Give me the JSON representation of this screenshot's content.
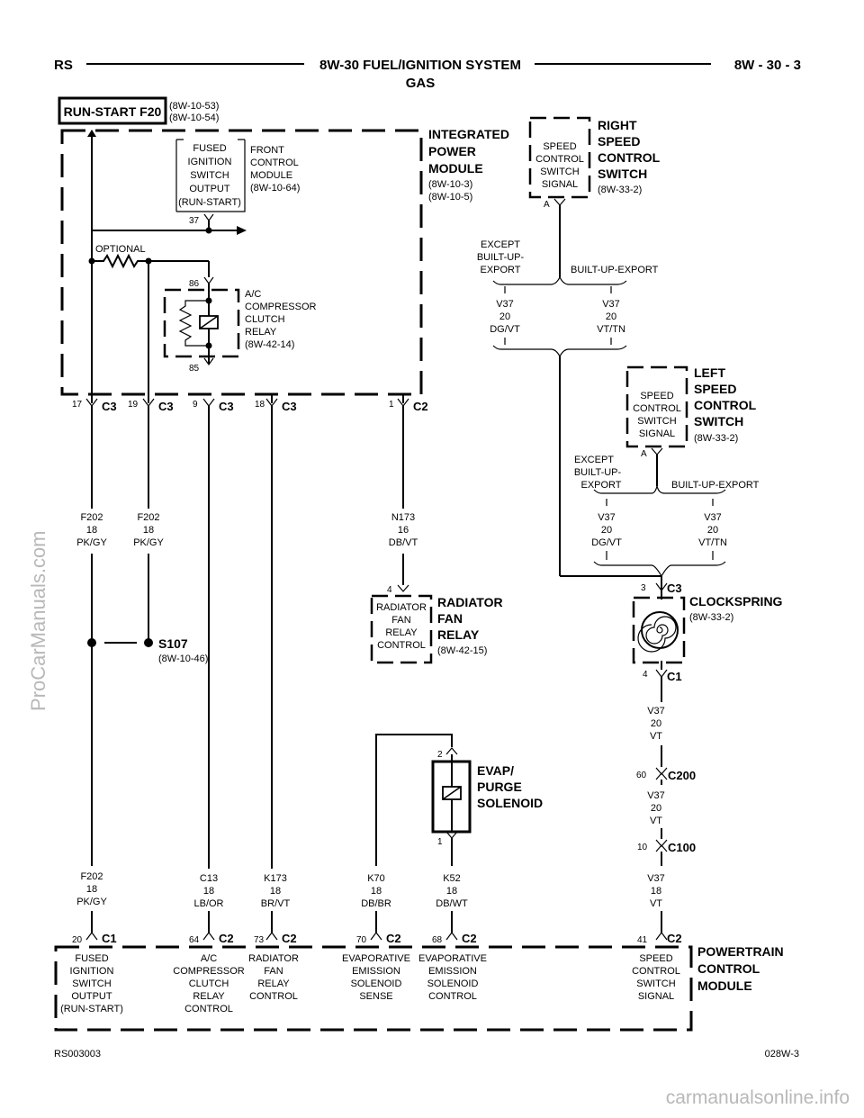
{
  "header": {
    "left": "RS",
    "title_line1": "8W-30 FUEL/IGNITION SYSTEM",
    "title_line2": "GAS",
    "right": "8W - 30 - 3"
  },
  "run_start": {
    "label": "RUN-START F20",
    "ref1": "(8W-10-53)",
    "ref2": "(8W-10-54)"
  },
  "ipm": {
    "title": [
      "INTEGRATED",
      "POWER",
      "MODULE"
    ],
    "refs": [
      "(8W-10-3)",
      "(8W-10-5)"
    ],
    "fused_output": [
      "FUSED",
      "IGNITION",
      "SWITCH",
      "OUTPUT",
      "(RUN-START)"
    ],
    "front_control": [
      "FRONT",
      "CONTROL",
      "MODULE",
      "(8W-10-64)"
    ],
    "pin_37": "37",
    "optional": "OPTIONAL",
    "relay_label": [
      "A/C",
      "COMPRESSOR",
      "CLUTCH",
      "RELAY",
      "(8W-42-14)"
    ],
    "pin_86": "86",
    "pin_85": "85"
  },
  "ipm_connectors": [
    {
      "pin": "17",
      "name": "C3"
    },
    {
      "pin": "19",
      "name": "C3"
    },
    {
      "pin": "9",
      "name": "C3"
    },
    {
      "pin": "18",
      "name": "C3"
    },
    {
      "pin": "1",
      "name": "C2"
    }
  ],
  "wires_top": [
    [
      "F202",
      "18",
      "PK/GY"
    ],
    [
      "F202",
      "18",
      "PK/GY"
    ],
    [
      "N173",
      "16",
      "DB/VT"
    ]
  ],
  "splice": {
    "name": "S107",
    "ref": "(8W-10-46)"
  },
  "radiator_relay": {
    "pin": "4",
    "box": [
      "RADIATOR",
      "FAN",
      "RELAY",
      "CONTROL"
    ],
    "title": [
      "RADIATOR",
      "FAN",
      "RELAY"
    ],
    "ref": "(8W-42-15)"
  },
  "right_switch": {
    "box": [
      "SPEED",
      "CONTROL",
      "SWITCH",
      "SIGNAL"
    ],
    "title": [
      "RIGHT",
      "SPEED",
      "CONTROL",
      "SWITCH"
    ],
    "ref": "(8W-33-2)",
    "pin": "A",
    "except": [
      "EXCEPT",
      "BUILT-UP-",
      "EXPORT"
    ],
    "built": "BUILT-UP-EXPORT",
    "wire_a": [
      "V37",
      "20",
      "DG/VT"
    ],
    "wire_b": [
      "V37",
      "20",
      "VT/TN"
    ]
  },
  "left_switch": {
    "box": [
      "SPEED",
      "CONTROL",
      "SWITCH",
      "SIGNAL"
    ],
    "title": [
      "LEFT",
      "SPEED",
      "CONTROL",
      "SWITCH"
    ],
    "ref": "(8W-33-2)",
    "pin": "A",
    "except": [
      "EXCEPT",
      "BUILT-UP-",
      "EXPORT"
    ],
    "built": "BUILT-UP-EXPORT",
    "wire_a": [
      "V37",
      "20",
      "DG/VT"
    ],
    "wire_b": [
      "V37",
      "20",
      "VT/TN"
    ]
  },
  "clockspring": {
    "pin_in": "3",
    "conn_in": "C3",
    "title": "CLOCKSPRING",
    "ref": "(8W-33-2)",
    "pin_out": "4",
    "conn_out": "C1",
    "wire1": [
      "V37",
      "20",
      "VT"
    ],
    "c200_pin": "60",
    "c200": "C200",
    "wire2": [
      "V37",
      "20",
      "VT"
    ],
    "c100_pin": "10",
    "c100": "C100",
    "wire3": [
      "V37",
      "18",
      "VT"
    ]
  },
  "evap": {
    "title": [
      "EVAP/",
      "PURGE",
      "SOLENOID"
    ],
    "pin_top": "2",
    "pin_bottom": "1"
  },
  "wires_bottom": [
    [
      "F202",
      "18",
      "PK/GY"
    ],
    [
      "C13",
      "18",
      "LB/OR"
    ],
    [
      "K173",
      "18",
      "BR/VT"
    ],
    [
      "K70",
      "18",
      "DB/BR"
    ],
    [
      "K52",
      "18",
      "DB/WT"
    ]
  ],
  "pcm": {
    "title": [
      "POWERTRAIN",
      "CONTROL",
      "MODULE"
    ],
    "pins": [
      {
        "pin": "20",
        "conn": "C1",
        "label": [
          "FUSED",
          "IGNITION",
          "SWITCH",
          "OUTPUT",
          "(RUN-START)"
        ]
      },
      {
        "pin": "64",
        "conn": "C2",
        "label": [
          "A/C",
          "COMPRESSOR",
          "CLUTCH",
          "RELAY",
          "CONTROL"
        ]
      },
      {
        "pin": "73",
        "conn": "C2",
        "label": [
          "RADIATOR",
          "FAN",
          "RELAY",
          "CONTROL"
        ]
      },
      {
        "pin": "70",
        "conn": "C2",
        "label": [
          "EVAPORATIVE",
          "EMISSION",
          "SOLENOID",
          "SENSE"
        ]
      },
      {
        "pin": "68",
        "conn": "C2",
        "label": [
          "EVAPORATIVE",
          "EMISSION",
          "SOLENOID",
          "CONTROL"
        ]
      },
      {
        "pin": "41",
        "conn": "C2",
        "label": [
          "SPEED",
          "CONTROL",
          "SWITCH",
          "SIGNAL"
        ]
      }
    ]
  },
  "footer": {
    "left": "RS003003",
    "right": "028W-3"
  },
  "watermark_side": "ProCarManuals.com",
  "watermark_bottom": "carmanualsonline.info"
}
